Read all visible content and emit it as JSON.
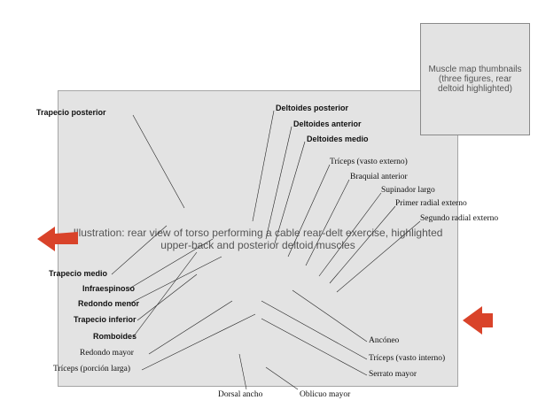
{
  "labels": {
    "trapecio_posterior": "Trapecio posterior",
    "deltoides_posterior": "Deltoides posterior",
    "deltoides_anterior": "Deltoides anterior",
    "deltoides_medio": "Deltoides medio",
    "triceps_vasto_externo": "Tríceps (vasto externo)",
    "braquial_anterior": "Braquial anterior",
    "supinador_largo": "Supinador largo",
    "primer_radial_externo": "Primer radial externo",
    "segundo_radial_externo": "Segundo radial externo",
    "trapecio_medio": "Trapecio medio",
    "infraespinoso": "Infraespinoso",
    "redondo_menor": "Redondo menor",
    "trapecio_inferior": "Trapecio inferior",
    "romboides": "Romboides",
    "redondo_mayor": "Redondo mayor",
    "triceps_porcion_larga": "Tríceps (porción larga)",
    "anconeo": "Ancóneo",
    "triceps_vasto_interno": "Tríceps (vasto interno)",
    "serrato_mayor": "Serrato mayor",
    "dorsal_ancho": "Dorsal ancho",
    "oblicuo_mayor": "Oblicuo mayor"
  },
  "colors": {
    "arrow": "#d9432a",
    "muscle_highlight": "#b5402c"
  }
}
